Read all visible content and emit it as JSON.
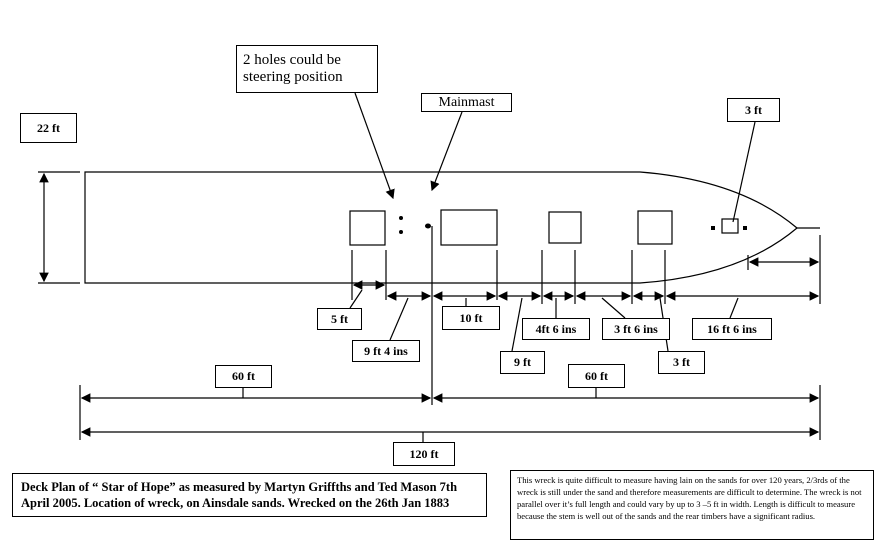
{
  "labels": {
    "beam": "22 ft",
    "holes_line1": "2 holes could be",
    "holes_line2": "steering position",
    "mainmast": "Mainmast",
    "bow_width": "3 ft",
    "d5": "5 ft",
    "d9_4": "9 ft 4 ins",
    "d10": "10 ft",
    "d9": "9 ft",
    "d4_6": "4ft 6 ins",
    "d3_6": "3 ft 6 ins",
    "d3": "3 ft",
    "d16_6": "16 ft 6 ins",
    "half_left": "60 ft",
    "half_right": "60 ft",
    "total": "120 ft"
  },
  "caption": "Deck Plan of “ Star of Hope” as measured by  Martyn Griffths and Ted Mason 7th April 2005. Location of wreck, on Ainsdale sands. Wrecked on the 26th Jan 1883",
  "note": "This wreck is quite difficult to measure having lain on the sands for over 120 years, 2/3rds of the wreck is still under the sand and therefore measurements are difficult to determine. The wreck is not parallel over it’s full length and could vary by up to 3 –5 ft in width. Length is difficult to measure because the stem is well out of the sands and the rear timbers have a significant radius."
}
